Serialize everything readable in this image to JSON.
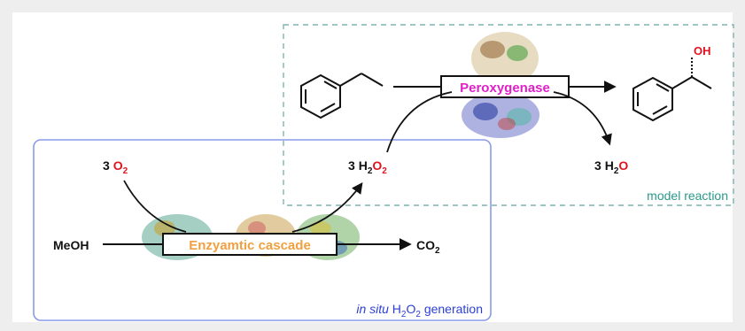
{
  "diagram": {
    "substrate_label": "",
    "peroxygenase_label": "Peroxygenase",
    "product_oh": "OH",
    "h2o2_left": {
      "coef": "3 ",
      "h": "H",
      "sub1": "2",
      "o": "O",
      "sub2": "2"
    },
    "o2_left": {
      "coef": "3 ",
      "o": "O",
      "sub": "2"
    },
    "water": {
      "coef": "3 ",
      "h": "H",
      "sub": "2",
      "o": "O"
    },
    "methanol": "MeOH",
    "cascade_label": "Enzyamtic cascade",
    "co2": {
      "c": "CO",
      "sub": "2"
    },
    "model_reaction_caption": "model reaction",
    "in_situ_caption": {
      "italic": "in situ",
      "h": " H",
      "sub1": "2",
      "o": "O",
      "sub2": "2",
      "rest": " generation"
    }
  },
  "colors": {
    "peroxygenase_text": "#e020c8",
    "cascade_text": "#f0a040",
    "oxygen_red": "#e0141e",
    "model_reaction": "#2a9a8a",
    "in_situ_blue": "#2b3fd6",
    "blue_box_border": "#8a9ae8",
    "dashed_box_border": "#7fb3b0"
  }
}
